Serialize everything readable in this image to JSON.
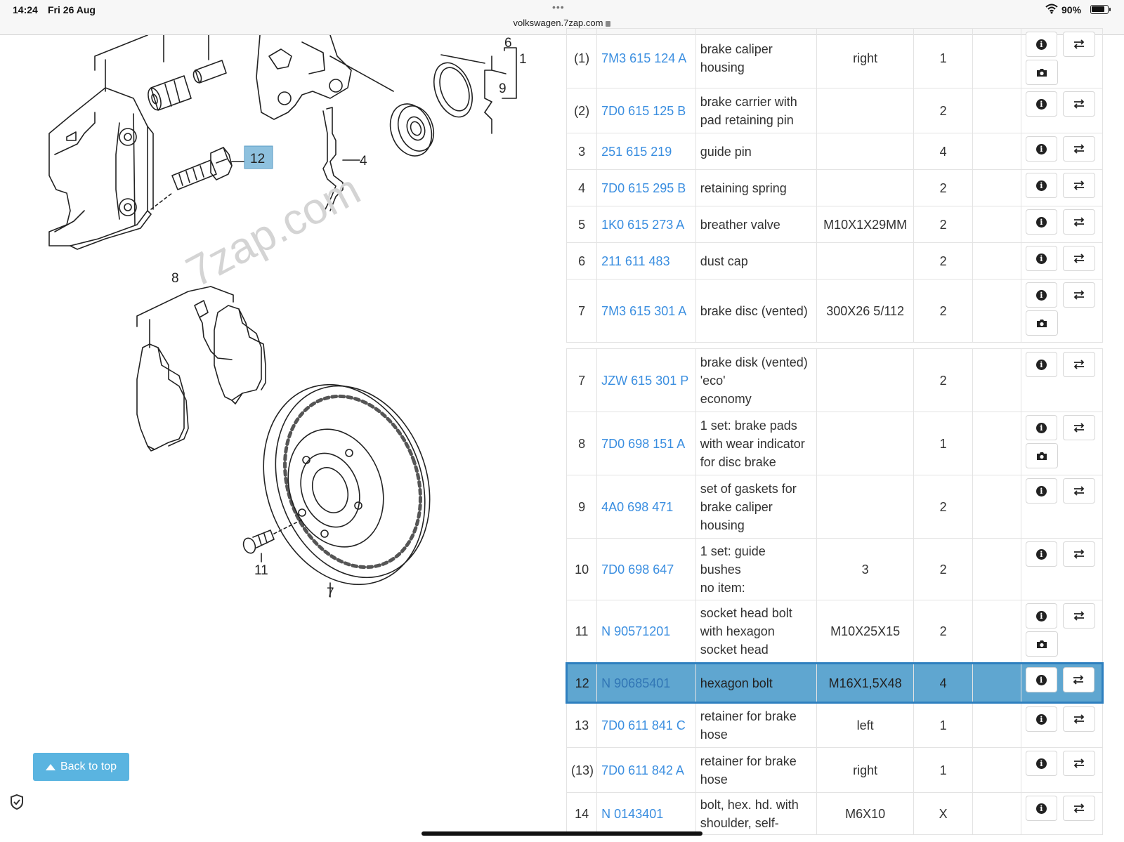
{
  "status_bar": {
    "time": "14:24",
    "date": "Fri 26 Aug",
    "url": "volkswagen.7zap.com",
    "battery": "90%",
    "battery_level": 0.9
  },
  "diagram": {
    "watermark": "7zap.com",
    "callouts": [
      "1",
      "4",
      "6",
      "7",
      "8",
      "9",
      "11",
      "12"
    ],
    "selected_callout": "12"
  },
  "parts": [
    {
      "num": "(1)",
      "code": "7M3 615 124 A",
      "name": [
        "brake caliper",
        "housing"
      ],
      "note": "right",
      "qty": "1",
      "camera": true
    },
    {
      "num": "(2)",
      "code": "7D0 615 125 B",
      "name": [
        "brake carrier with",
        "pad retaining pin"
      ],
      "note": "",
      "qty": "2",
      "camera": false
    },
    {
      "num": "3",
      "code": "251 615 219",
      "name": [
        "guide pin"
      ],
      "note": "",
      "qty": "4",
      "camera": false
    },
    {
      "num": "4",
      "code": "7D0 615 295 B",
      "name": [
        "retaining spring"
      ],
      "note": "",
      "qty": "2",
      "camera": false
    },
    {
      "num": "5",
      "code": "1K0 615 273 A",
      "name": [
        "breather valve"
      ],
      "note": "M10X1X29MM",
      "qty": "2",
      "camera": false
    },
    {
      "num": "6",
      "code": "211 611 483",
      "name": [
        "dust cap"
      ],
      "note": "",
      "qty": "2",
      "camera": false
    },
    {
      "num": "7",
      "code": "7M3 615 301 A",
      "name": [
        "brake disc (vented)"
      ],
      "note": "300X26 5/112",
      "qty": "2",
      "camera": true,
      "sep_after": true
    },
    {
      "num": "7",
      "code": "JZW 615 301 P",
      "name": [
        "brake disk (vented)",
        "'eco'",
        "economy"
      ],
      "note": "",
      "qty": "2",
      "camera": false
    },
    {
      "num": "8",
      "code": "7D0 698 151 A",
      "name": [
        "1 set: brake pads",
        "with wear indicator",
        "for disc brake"
      ],
      "note": "",
      "qty": "1",
      "camera": true
    },
    {
      "num": "9",
      "code": "4A0 698 471",
      "name": [
        "set of gaskets for",
        "brake caliper",
        "housing"
      ],
      "note": "",
      "qty": "2",
      "camera": false
    },
    {
      "num": "10",
      "code": "7D0 698 647",
      "name": [
        "1 set: guide",
        "bushes",
        "no item:"
      ],
      "note": "3",
      "qty": "2",
      "camera": false
    },
    {
      "num": "11",
      "code": "N  90571201",
      "name": [
        "socket head bolt",
        "with hexagon",
        "socket head"
      ],
      "note": "M10X25X15",
      "qty": "2",
      "camera": true
    },
    {
      "num": "12",
      "code": "N  90685401",
      "name": [
        "hexagon bolt"
      ],
      "note": "M16X1,5X48",
      "qty": "4",
      "camera": false,
      "highlighted": true
    },
    {
      "num": "13",
      "code": "7D0 611 841 C",
      "name": [
        "retainer for brake",
        "hose"
      ],
      "note": "left",
      "qty": "1",
      "camera": false
    },
    {
      "num": "(13)",
      "code": "7D0 611 842 A",
      "name": [
        "retainer for brake",
        "hose"
      ],
      "note": "right",
      "qty": "1",
      "camera": false
    },
    {
      "num": "14",
      "code": "N  0143401",
      "name": [
        "bolt, hex. hd. with",
        "shoulder, self-"
      ],
      "note": "M6X10",
      "qty": "X",
      "camera": false
    }
  ],
  "back_to_top": "Back to top"
}
